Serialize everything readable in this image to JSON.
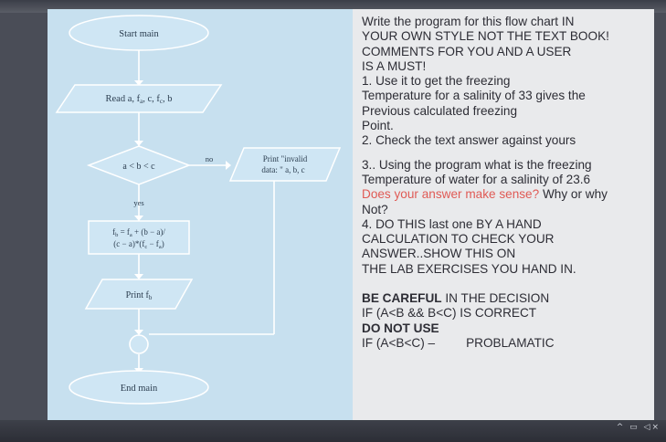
{
  "flowchart": {
    "start": "Start main",
    "read_input": "Read a, f",
    "read_sub_a": "a",
    "read_mid": ", c, f",
    "read_sub_c": "c",
    "read_end": ", b",
    "decision": "a < b < c",
    "yes_label": "yes",
    "no_label": "no",
    "invalid_line1": "Print \"invalid",
    "invalid_line2": "data: \" a, b, c",
    "formula_f": "f",
    "formula_sub_b": "b",
    "formula_rest1": " = f",
    "formula_sub_a": "a",
    "formula_rest2": " + (b − a)/",
    "formula_line2a": "(c − a)*(f",
    "formula_sub_c2": "c",
    "formula_line2b": " − f",
    "formula_sub_a2": "a",
    "formula_line2c": ")",
    "print_label": "Print f",
    "print_sub": "b",
    "end": "End main"
  },
  "instructions": {
    "intro_lines": [
      "Write the program for this flow  chart IN",
      "YOUR OWN STYLE NOT THE TEXT BOOK!",
      "COMMENTS FOR YOU AND A USER",
      "IS A MUST!",
      "1. Use it to get the freezing",
      "Temperature for a salinity of 33 gives the",
      "Previous calculated  freezing",
      "Point.",
      "2. Check the text answer against yours"
    ],
    "q3_line1": "3.. Using the program what is the freezing",
    "q3_line2": "Temperature of water for a salinity of 23.6",
    "q3_red": "Does your answer make sense?",
    "q3_tail": " Why or why",
    "q3_not": "Not?",
    "q4_lines": [
      "4. DO THIS last one BY A HAND",
      "CALCULATION TO CHECK YOUR",
      "ANSWER..SHOW THIS ON",
      "THE LAB EXERCISES YOU HAND IN."
    ],
    "careful_bold": "BE CAREFUL",
    "careful_tail": " IN  THE DECISION",
    "if_correct": "IF (A<B && B<C) IS CORRECT",
    "do_not_use": "DO NOT USE",
    "if_wrong": "IF (A<B<C) –",
    "problematic": "PROBLAMATIC"
  }
}
